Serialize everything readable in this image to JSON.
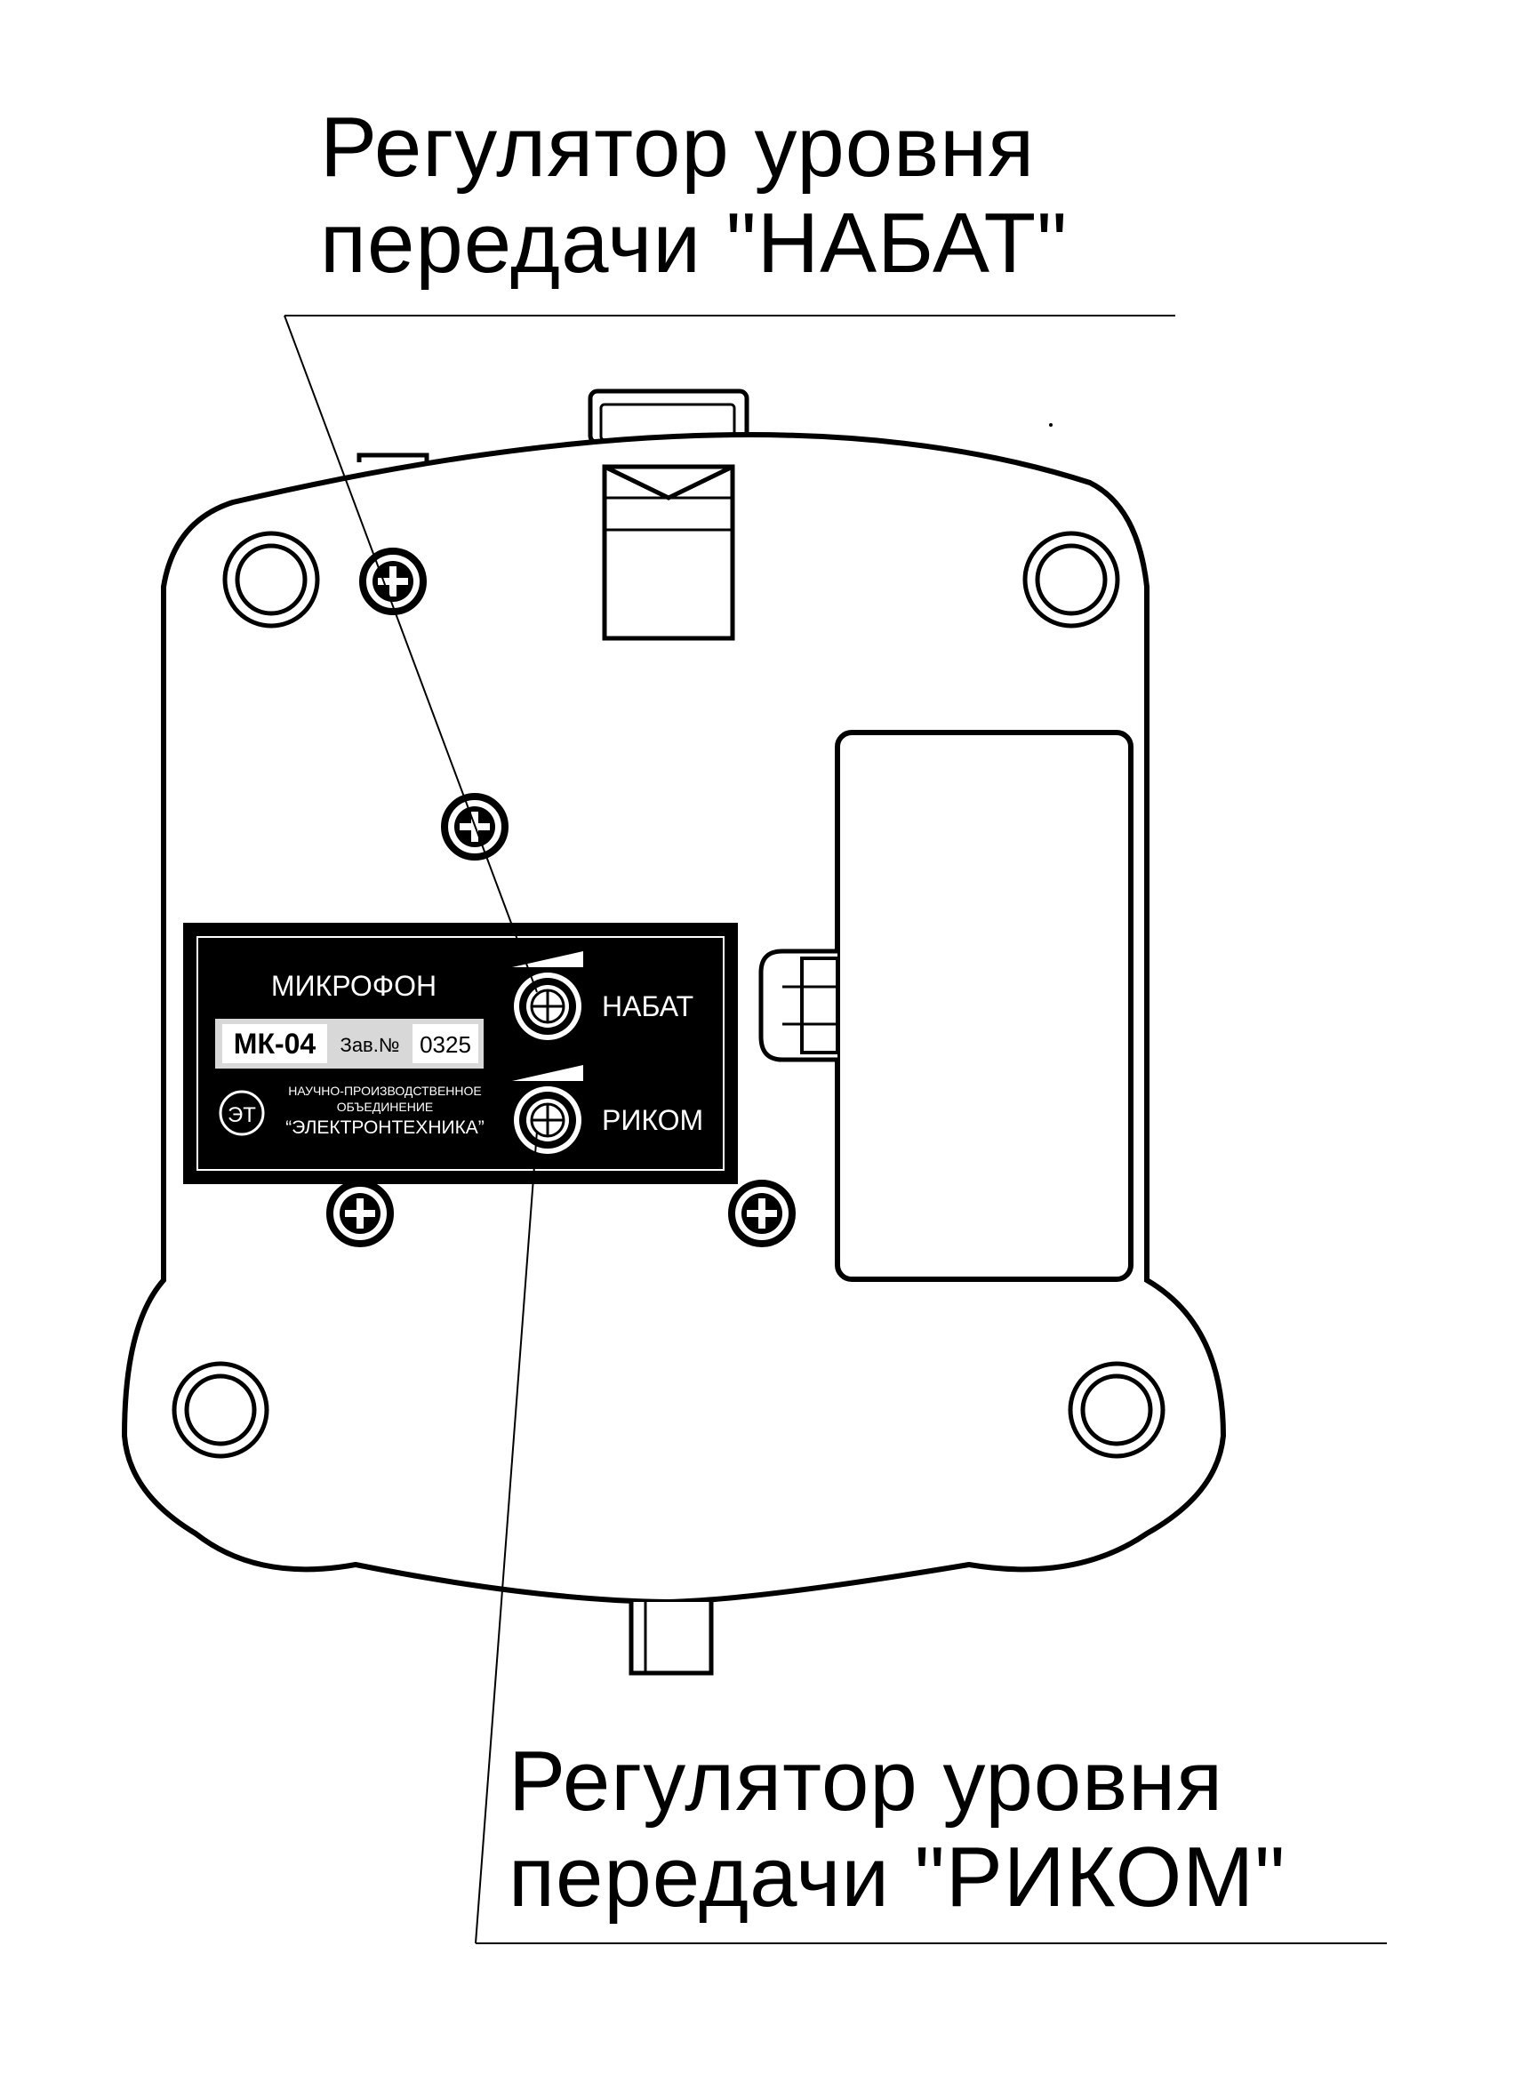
{
  "callouts": {
    "nabat": {
      "line1": "Регулятор уровня",
      "line2": "передачи \"НАБАТ\""
    },
    "rikom": {
      "line1": "Регулятор уровня",
      "line2": "передачи \"РИКОМ\""
    }
  },
  "plate": {
    "title": "МИКРОФОН",
    "model": "МК-04",
    "serial_label": "Зав.№",
    "serial_number": "0325",
    "logo_text": "ЭТ",
    "org_line1": "НАУЧНО-ПРОИЗВОДСТВЕННОЕ",
    "org_line2": "ОБЪЕДИНЕНИЕ",
    "org_line3": "“ЭЛЕКТРОНТЕХНИКА”",
    "nabat_label": "НАБАТ",
    "rikom_label": "РИКОМ"
  },
  "icons": {
    "screw": "phillips-screw-icon",
    "knob": "adjustment-knob-icon",
    "level": "level-ramp-icon"
  }
}
